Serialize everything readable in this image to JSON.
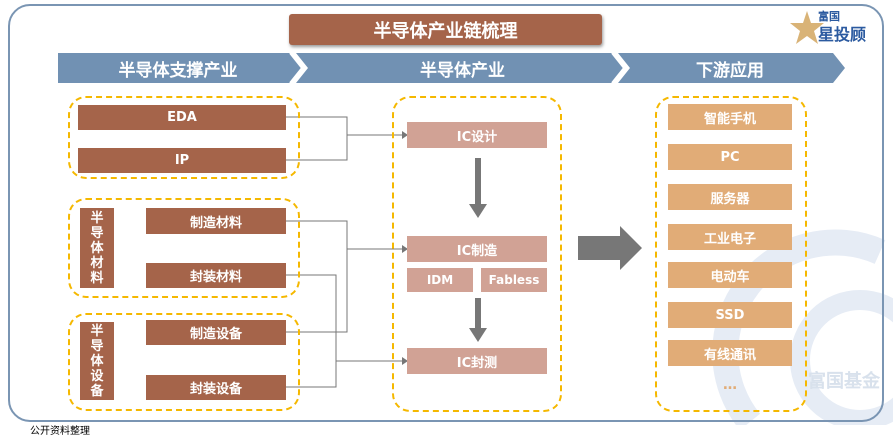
{
  "title": "半导体产业链梳理",
  "logo": {
    "line1": "富国",
    "line2": "星投顾"
  },
  "stages": [
    "半导体支撑产业",
    "半导体产业",
    "下游应用"
  ],
  "support": {
    "group1": [
      "EDA",
      "IP"
    ],
    "materials_label": "半导体材料",
    "materials": [
      "制造材料",
      "封装材料"
    ],
    "equipment_label": "半导体设备",
    "equipment": [
      "制造设备",
      "封装设备"
    ]
  },
  "industry": {
    "design": "IC设计",
    "manufacturing": "IC制造",
    "models": [
      "IDM",
      "Fabless"
    ],
    "packaging": "IC封测"
  },
  "downstream": [
    "智能手机",
    "PC",
    "服务器",
    "工业电子",
    "电动车",
    "SSD",
    "有线通讯",
    "…"
  ],
  "watermark": "富国基金",
  "source": "公开资料整理",
  "colors": {
    "title": "#a5644a",
    "banner": "#7191b3",
    "support": "#a5644a",
    "industry": "#d1a295",
    "downstream": "#e1ac77",
    "dash": "#f5b800"
  }
}
